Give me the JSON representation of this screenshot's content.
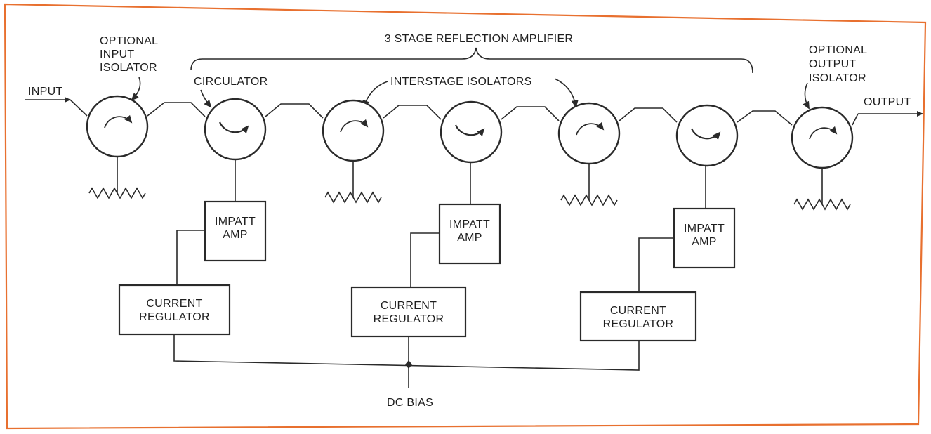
{
  "title": "3 STAGE REFLECTION AMPLIFIER",
  "colors": {
    "frame": "#e8702f",
    "ink": "#2a2a2a"
  },
  "labels": {
    "input": "INPUT",
    "output": "OUTPUT",
    "optional_input_isolator": [
      "OPTIONAL",
      "INPUT",
      "ISOLATOR"
    ],
    "optional_output_isolator": [
      "OPTIONAL",
      "OUTPUT",
      "ISOLATOR"
    ],
    "circulator": "CIRCULATOR",
    "interstage_isolators": "INTERSTAGE ISOLATORS",
    "dc_bias": "DC BIAS"
  },
  "amps": [
    {
      "name": "IMPATT",
      "line2": "AMP",
      "regulator": [
        "CURRENT",
        "REGULATOR"
      ]
    },
    {
      "name": "IMPATT",
      "line2": "AMP",
      "regulator": [
        "CURRENT",
        "REGULATOR"
      ]
    },
    {
      "name": "IMPATT",
      "line2": "AMP",
      "regulator": [
        "CURRENT",
        "REGULATOR"
      ]
    }
  ],
  "components": [
    {
      "kind": "isolator",
      "icon": "isolator-icon"
    },
    {
      "kind": "circulator",
      "icon": "circulator-icon"
    },
    {
      "kind": "isolator",
      "icon": "isolator-icon"
    },
    {
      "kind": "circulator",
      "icon": "circulator-icon"
    },
    {
      "kind": "isolator",
      "icon": "isolator-icon"
    },
    {
      "kind": "circulator",
      "icon": "circulator-icon"
    },
    {
      "kind": "isolator",
      "icon": "isolator-icon"
    }
  ]
}
